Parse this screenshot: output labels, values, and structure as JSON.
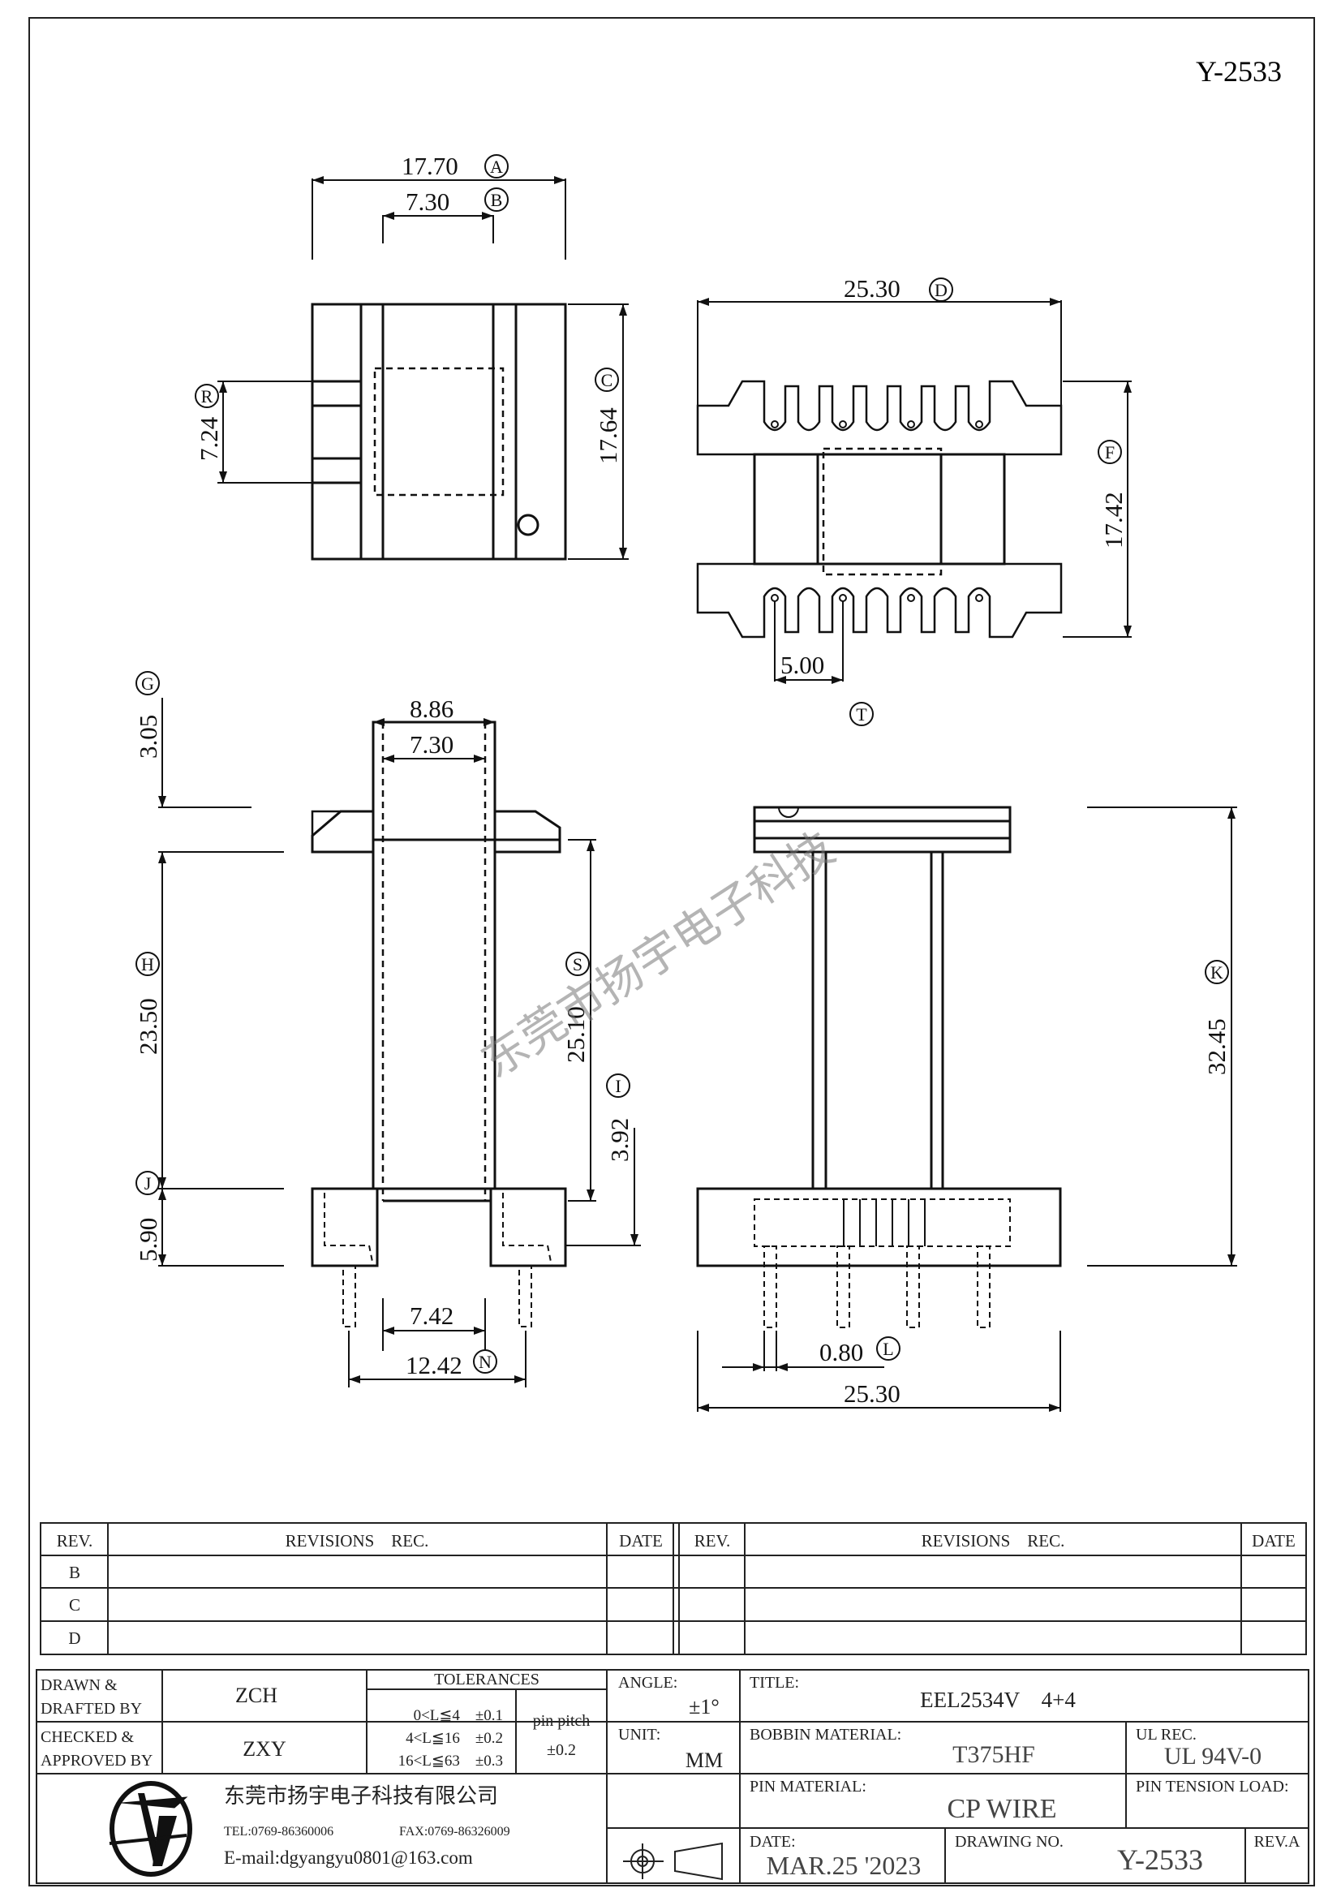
{
  "drawing_id_top": "Y-2533",
  "watermark": "东莞市扬宇电子科技",
  "dims": {
    "A": "17.70",
    "B": "7.30",
    "C": "17.64",
    "R": "7.24",
    "D": "25.30",
    "F": "17.42",
    "T_val": "5.00",
    "G": "3.05",
    "H": "23.50",
    "J": "5.90",
    "top_w1": "8.86",
    "top_w2": "7.30",
    "S": "25.10",
    "I": "3.92",
    "N_in": "7.42",
    "N": "12.42",
    "K": "32.45",
    "L": "0.80",
    "bottom_w": "25.30"
  },
  "labels": {
    "A": "A",
    "B": "B",
    "C": "C",
    "R": "R",
    "D": "D",
    "F": "F",
    "T": "T",
    "G": "G",
    "H": "H",
    "J": "J",
    "S": "S",
    "I": "I",
    "N": "N",
    "K": "K",
    "L": "L"
  },
  "revisions": {
    "header_rev": "REV.",
    "header_rec": "REVISIONS　REC.",
    "header_date": "DATE",
    "rows_left": [
      "B",
      "C",
      "D"
    ]
  },
  "title_block": {
    "drawn_label": "DRAWN &\nDRAFTED BY",
    "drawn_value": "ZCH",
    "checked_label": "CHECKED &\nAPPROVED BY",
    "checked_value": "ZXY",
    "tol_title": "TOLERANCES",
    "tol_rows": [
      "0<L≦4　±0.1",
      "4<L≦16　±0.2",
      "16<L≦63　±0.3"
    ],
    "pin_pitch_label": "pin pitch",
    "pin_pitch_value": "±0.2",
    "angle_label": "ANGLE:",
    "angle_value": "±1°",
    "unit_label": "UNIT:",
    "unit_value": "MM",
    "title_label": "TITLE:",
    "title_value": "EEL2534V　4+4",
    "bobbin_label": "BOBBIN MATERIAL:",
    "bobbin_value": "T375HF",
    "ul_label": "UL REC.",
    "ul_value": "UL 94V-0",
    "pin_material_label": "PIN MATERIAL:",
    "pin_material_value": "CP WIRE",
    "pin_tension_label": "PIN TENSION LOAD:",
    "date_label": "DATE:",
    "date_value": "MAR.25 '2023",
    "drawing_no_label": "DRAWING NO.",
    "drawing_no_value": "Y-2533",
    "rev_value": "REV.A",
    "company_name": "东莞市扬宇电子科技有限公司",
    "company_tel": "TEL:0769-86360006",
    "company_fax": "FAX:0769-86326009",
    "company_email": "E-mail:dgyangyu0801@163.com"
  }
}
